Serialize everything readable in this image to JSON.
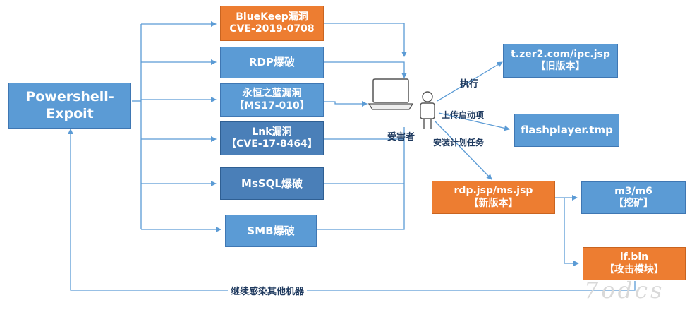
{
  "nodes": {
    "main": [
      "Powershell-",
      "Expoit"
    ],
    "bluekeep": [
      "BlueKeep漏洞",
      "CVE-2019-0708"
    ],
    "rdp_brute": [
      "RDP爆破"
    ],
    "eternalblue": [
      "永恒之蓝漏洞",
      "【MS17-010】"
    ],
    "lnk": [
      "Lnk漏洞",
      "【CVE-17-8464】"
    ],
    "mssql": [
      "MsSQL爆破"
    ],
    "smb": [
      "SMB爆破"
    ],
    "old_payload": [
      "t.zer2.com/ipc.jsp",
      "【旧版本】"
    ],
    "flash": [
      "flashplayer.tmp"
    ],
    "new_payload": [
      "rdp.jsp/ms.jsp",
      "【新版本】"
    ],
    "miner": [
      "m3/m6",
      "【挖矿】"
    ],
    "attack": [
      "if.bin",
      "【攻击模块】"
    ]
  },
  "labels": {
    "victim": "受害者",
    "execute": "执行",
    "startup": "上传启动项",
    "task": "安装计划任务",
    "spread": "继续感染其他机器"
  },
  "watermark": "7odcs",
  "colors": {
    "blue": "#5b9bd5",
    "orange": "#ed7d31",
    "line": "#5b9bd5"
  }
}
